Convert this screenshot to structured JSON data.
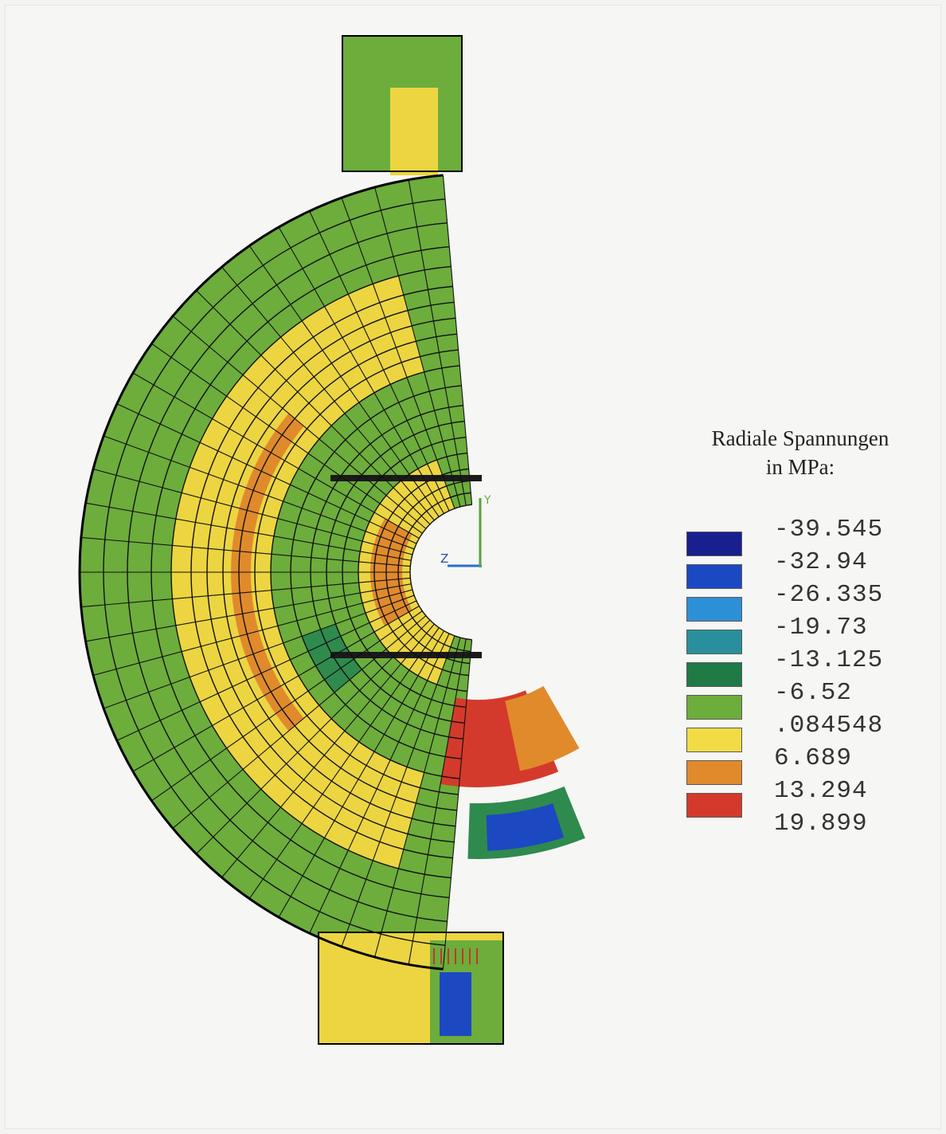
{
  "legend": {
    "title_line1": "Radiale Spannungen",
    "title_line2": "in MPa:",
    "entries": [
      {
        "value": "-39.545",
        "color": "#1a1f8f"
      },
      {
        "value": "-32.94",
        "color": "#1c48c2"
      },
      {
        "value": "-26.335",
        "color": "#2d8fd6"
      },
      {
        "value": "-19.73",
        "color": "#2a8f9c"
      },
      {
        "value": "-13.125",
        "color": "#1f7a46"
      },
      {
        "value": "-6.52",
        "color": "#6cad3c"
      },
      {
        "value": ".084548",
        "color": "#f1dc45"
      },
      {
        "value": "6.689",
        "color": "#e08a2c"
      },
      {
        "value": "13.294",
        "color": "#d43a2c"
      },
      {
        "value": "19.899",
        "color": ""
      }
    ]
  },
  "axis_triad": {
    "y_label": "Y",
    "z_label": "Z"
  },
  "colors": {
    "background": "#f6f6f4",
    "mesh_line": "#111111",
    "green": "#6cad3c",
    "yellow": "#ecd541",
    "orange": "#e08a2c",
    "red": "#d43a2c",
    "dark_green": "#2f8a4e",
    "blue": "#1c48c2"
  }
}
